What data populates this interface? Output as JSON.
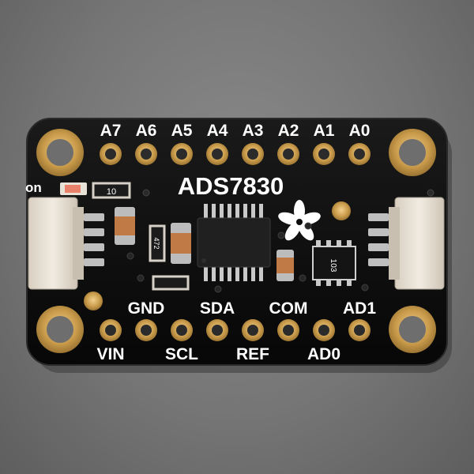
{
  "board": {
    "part_name": "ADS7830",
    "power_label": "on",
    "top_pins": [
      "A7",
      "A6",
      "A5",
      "A4",
      "A3",
      "A2",
      "A1",
      "A0"
    ],
    "bottom_row_upper": [
      "GND",
      "SDA",
      "COM",
      "AD1"
    ],
    "bottom_row_lower": [
      "VIN",
      "SCL",
      "REF",
      "AD0"
    ],
    "components": {
      "resistor_top_left": "10",
      "resistor_left_small": "472",
      "resistor_array": "103"
    }
  },
  "colors": {
    "background": "#767676",
    "pcb": "#0c0c0c",
    "silkscreen": "#ffffff",
    "gold": "#c89a4a",
    "connector": "#e8dfd2"
  }
}
